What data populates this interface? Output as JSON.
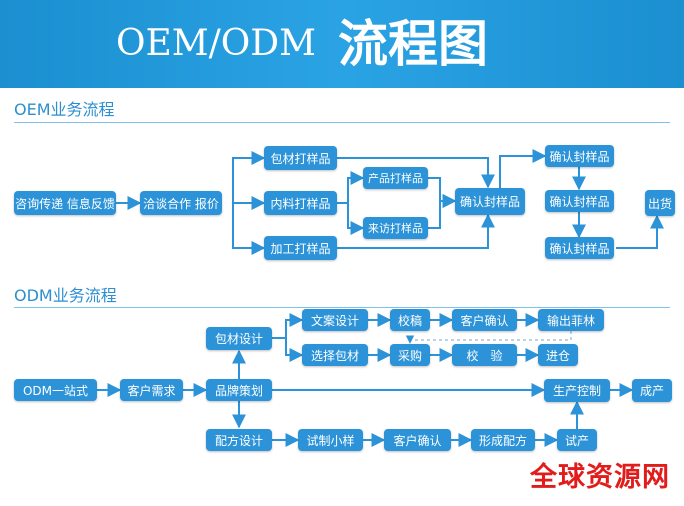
{
  "banner": {
    "title_latin": "OEM/ODM",
    "title_cjk": "流程图"
  },
  "sections": {
    "oem_title": "OEM业务流程",
    "odm_title": "ODM业务流程"
  },
  "nodes": {
    "oem_consult": "咨询传递 信息反馈",
    "oem_negotiate": "洽谈合作 报价",
    "oem_pack": "包材打样品",
    "oem_inner": "内料打样品",
    "oem_process": "加工打样品",
    "oem_product": "产品打样品",
    "oem_visit": "来访打样品",
    "oem_confirm_mid": "确认封样品",
    "oem_confirm_1": "确认封样品",
    "oem_confirm_2": "确认封样品",
    "oem_confirm_3": "确认封样品",
    "oem_ship": "出货",
    "odm_onestop": "ODM一站式",
    "odm_need": "客户需求",
    "odm_brand": "品牌策划",
    "odm_pack_design": "包材设计",
    "odm_copy": "文案设计",
    "odm_draft": "校稿",
    "odm_client_1": "客户确认",
    "odm_film": "输出菲林",
    "odm_select_pack": "选择包材",
    "odm_purchase": "采购",
    "odm_inspect": "校　验",
    "odm_stock": "进仓",
    "odm_prod_ctrl": "生产控制",
    "odm_done": "成产",
    "odm_formula": "配方设计",
    "odm_trial_small": "试制小样",
    "odm_client_2": "客户确认",
    "odm_form_formula": "形成配方",
    "odm_trial": "试产"
  },
  "watermark": "全球资源网"
}
